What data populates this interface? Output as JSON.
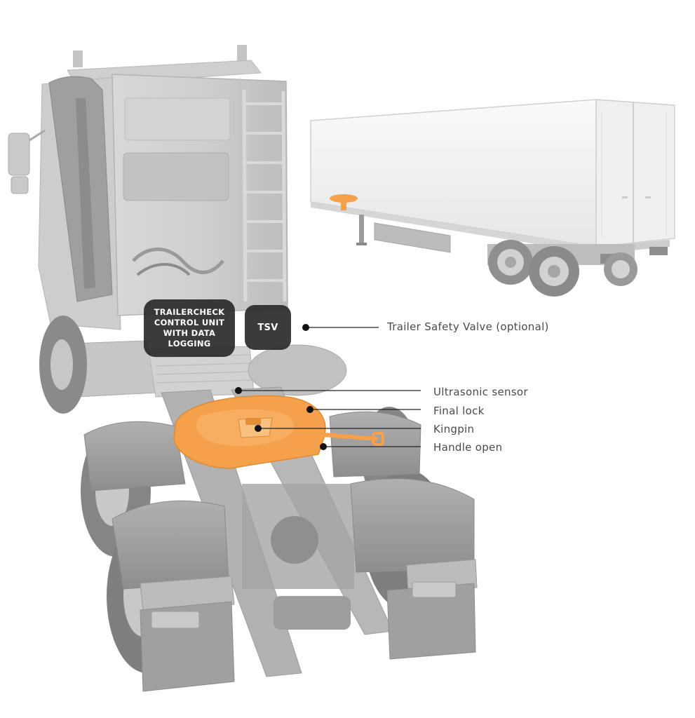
{
  "labels": {
    "control_unit": "TRAILERCHECK CONTROL UNIT WITH DATA LOGGING",
    "tsv": "TSV"
  },
  "callouts": [
    {
      "id": "trailer-safety-valve",
      "text": "Trailer Safety Valve (optional)"
    },
    {
      "id": "ultrasonic-sensor",
      "text": "Ultrasonic sensor"
    },
    {
      "id": "final-lock",
      "text": "Final lock"
    },
    {
      "id": "kingpin",
      "text": "Kingpin"
    },
    {
      "id": "handle-open",
      "text": "Handle open"
    }
  ],
  "colors": {
    "highlight": "#f5a04a",
    "truck_body": "#c9c9c9",
    "truck_dark": "#9a9a9a",
    "trailer_body": "#f2f2f2",
    "label_bg": "#2b2b2b",
    "leader_line": "#222222",
    "callout_text": "#4a4a4a"
  }
}
